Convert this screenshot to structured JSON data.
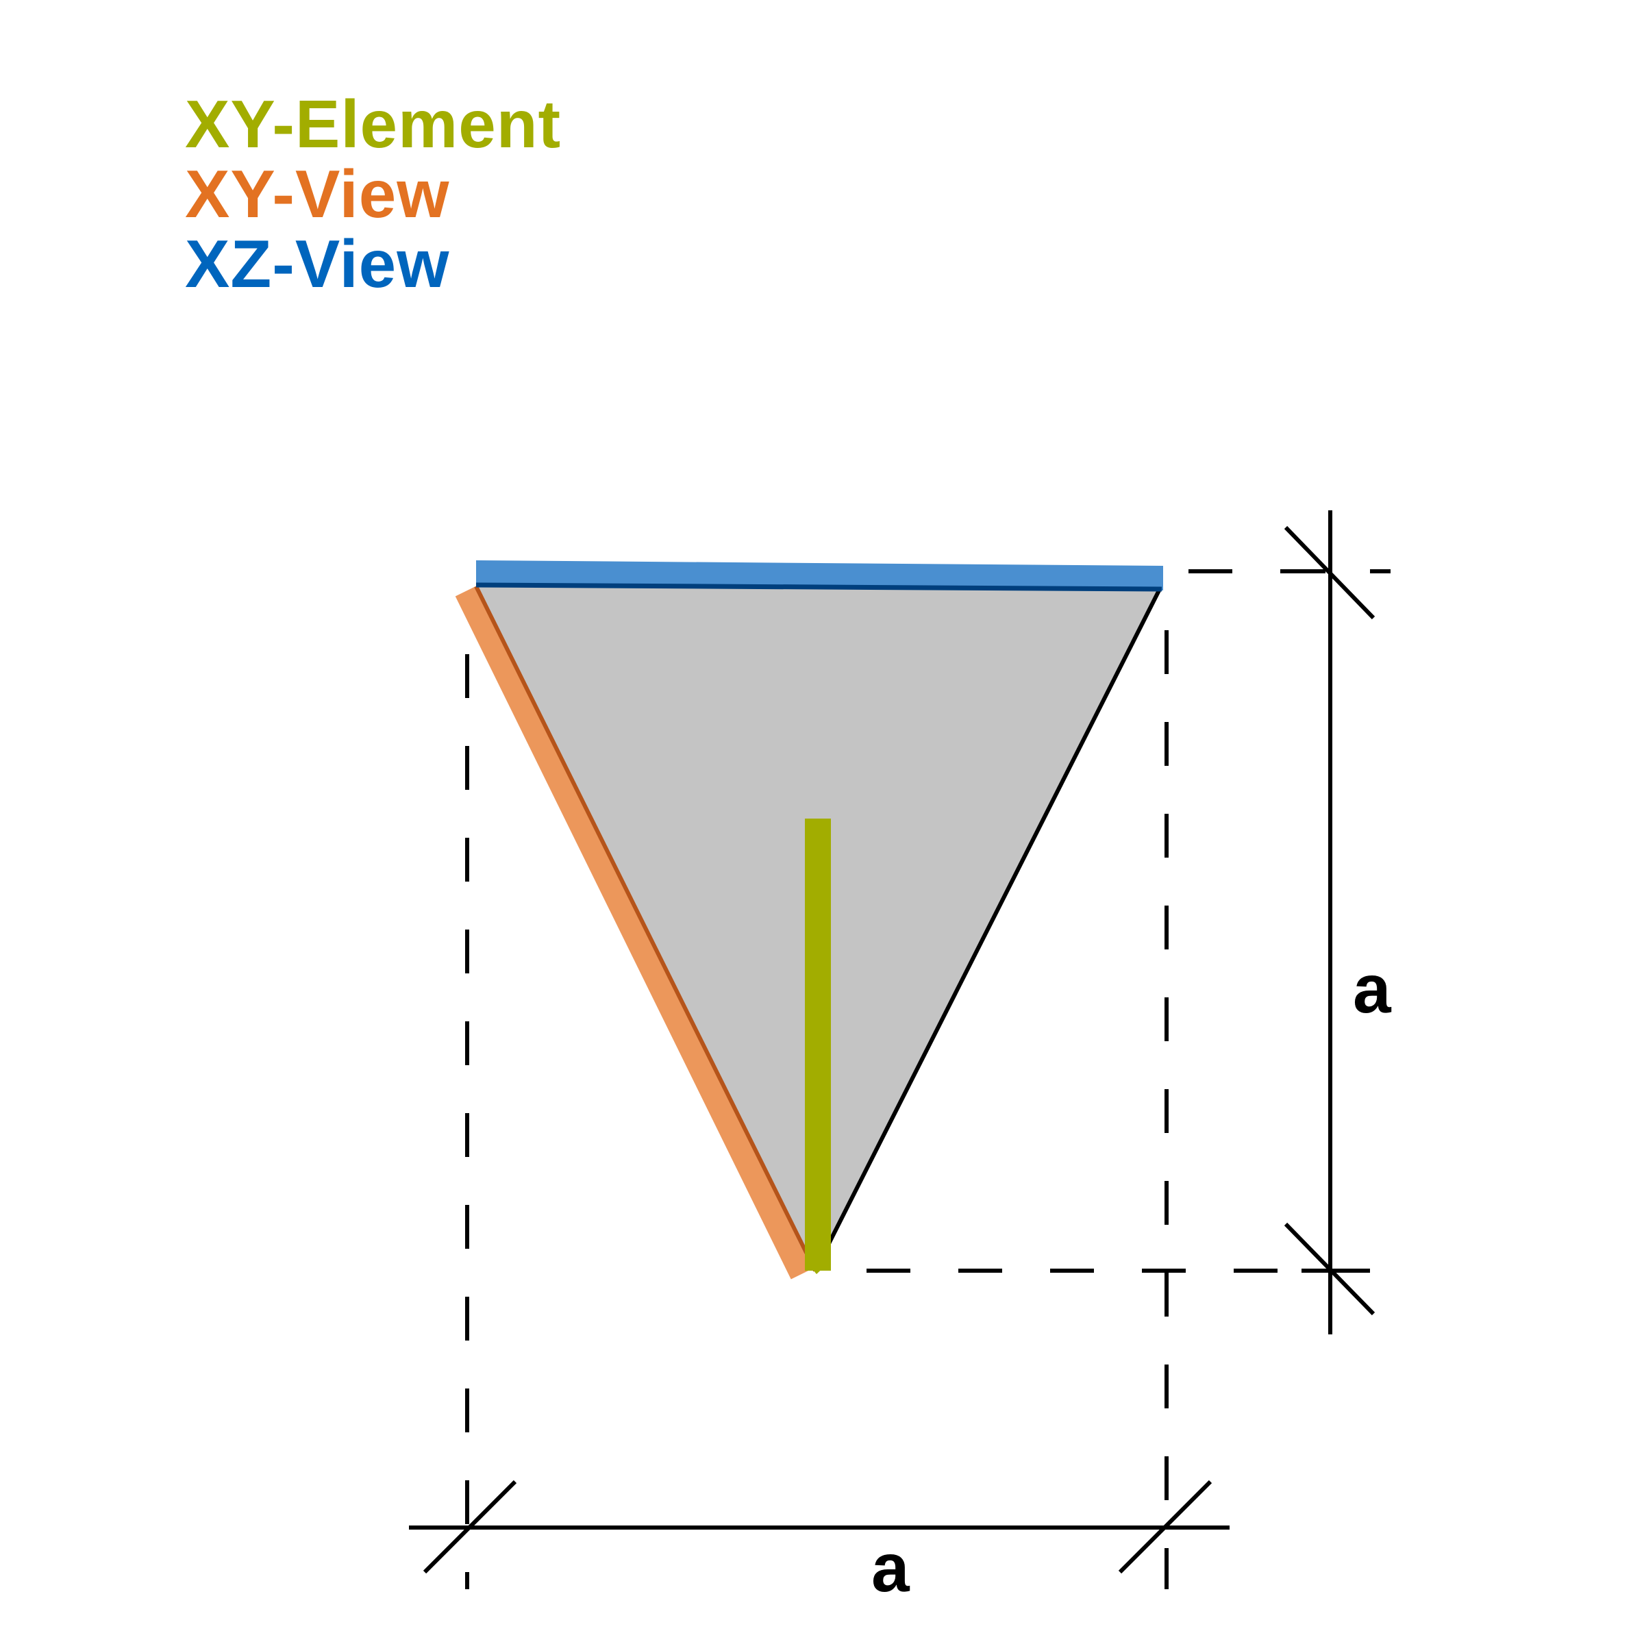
{
  "legend": {
    "xy_element": {
      "label": "XY-Element",
      "color": "#a2ad00"
    },
    "xy_view": {
      "label": "XY-View",
      "color": "#e37222"
    },
    "xz_view": {
      "label": "XZ-View",
      "color": "#0065bd"
    }
  },
  "dimensions": {
    "vertical_label": "a",
    "horizontal_label": "a"
  },
  "colors": {
    "triangle_fill": "#c4c4c4",
    "xz_view_line": "#4a8fd0",
    "xy_view_line": "#ec975b",
    "xy_element_line": "#a2ad00",
    "outline": "#000000"
  }
}
